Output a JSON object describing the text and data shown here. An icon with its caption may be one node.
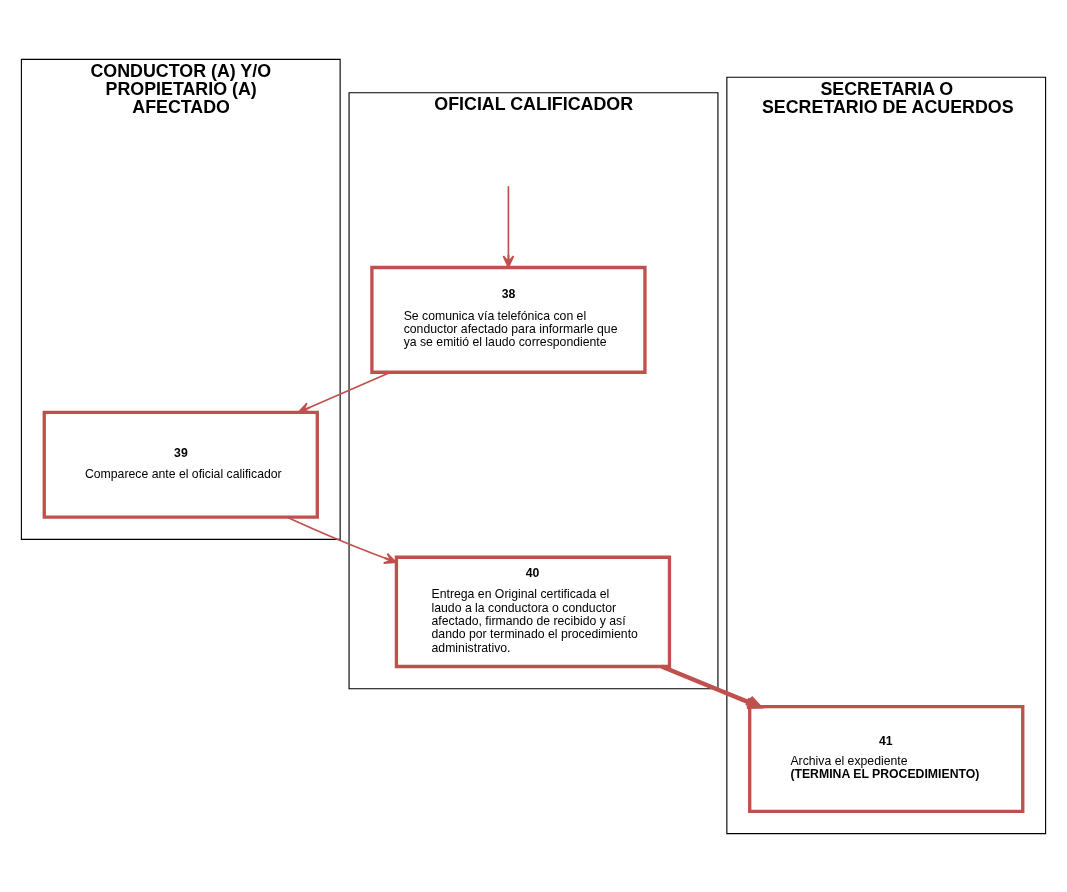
{
  "diagram": {
    "nodes": [
      {
        "text": [
          "CONDUCTOR (A) Y/O PROPIETARIO (A) AFECTADO"
        ]
      },
      {
        "text": [
          "OFICIAL CALIFICADOR"
        ]
      },
      {
        "text": [
          "SECRETARIA O SECRETARIO DE ACUERDOS"
        ]
      },
      {
        "text": [
          "38",
          "Se comunica vía telefónica con el conductor afectado para informarle que ya se emitió el laudo correspondiente"
        ],
        "in": 1
      },
      {
        "text": [
          "39",
          "Comparece ante el oficial calificador"
        ],
        "in": 0
      },
      {
        "text": [
          "40",
          "Entrega en Original certificada el laudo a la conductora o conductor afectado, firmando de recibido y así dando por terminado el procedimiento administrativo."
        ],
        "in": 1
      },
      {
        "text": [
          "41",
          "Archiva el expediente **(TERMINA EL PROCEDIMIENTO)**"
        ],
        "in": 2
      }
    ],
    "edges": [
      {
        "from": null,
        "to": 3,
        "arrow": "to"
      },
      {
        "from": 3,
        "to": 4,
        "arrow": "to"
      },
      {
        "from": 4,
        "to": 5,
        "arrow": "to"
      },
      {
        "from": 5,
        "to": 6,
        "arrow": "to",
        "style": "thick"
      }
    ]
  }
}
